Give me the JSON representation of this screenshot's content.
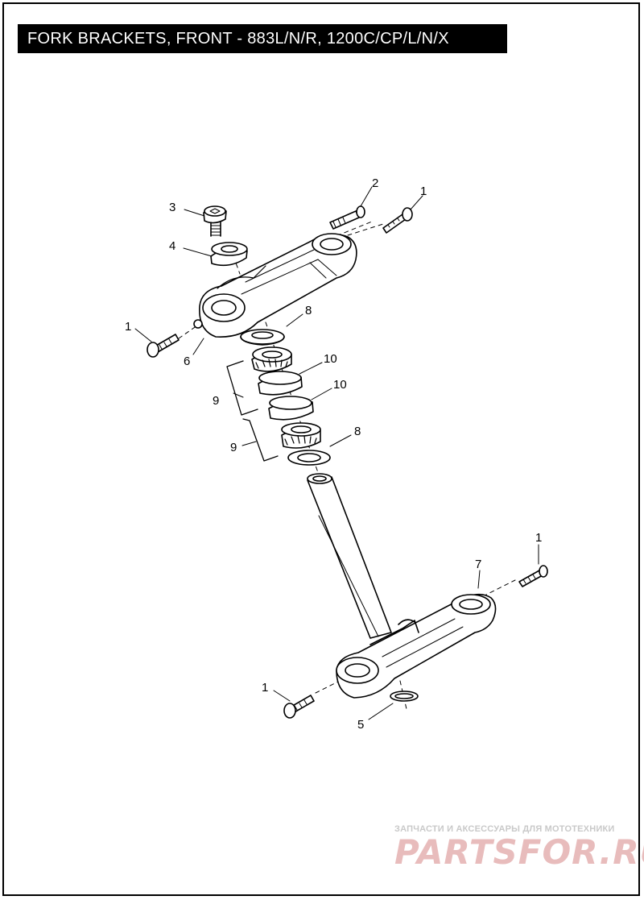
{
  "header": {
    "title": "FORK BRACKETS, FRONT - 883L/N/R, 1200C/CP/L/N/X"
  },
  "callouts": {
    "c1a": "1",
    "c1b": "1",
    "c1c": "1",
    "c1d": "1",
    "c2": "2",
    "c3": "3",
    "c4": "4",
    "c5": "5",
    "c6": "6",
    "c7": "7",
    "c8a": "8",
    "c8b": "8",
    "c9a": "9",
    "c9b": "9",
    "c10a": "10",
    "c10b": "10"
  },
  "watermark": {
    "tagline": "ЗАПЧАСТИ И АКСЕССУАРЫ ДЛЯ МОТОТЕХНИКИ",
    "logo": "PARTSFOR.RU"
  }
}
